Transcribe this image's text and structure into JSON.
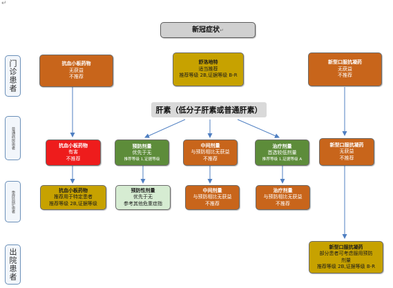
{
  "corner_mark": "↵",
  "title": "新冠症状",
  "heparin": "肝素（低分子肝素或普通肝素）",
  "paragraph_mark": "↵",
  "side_labels": {
    "outpatient": "门诊患者",
    "general": "普通病房患者",
    "icu": "重症监护患者",
    "discharge": "出院患者"
  },
  "row1": {
    "antiplatelet": {
      "title": "抗血小板药物",
      "lines": [
        "无获益",
        "不推荐"
      ]
    },
    "sulodexide": {
      "title": "舒洛地特",
      "lines": [
        "适当推荐",
        "推荐等级 2B,证据等级 B-R"
      ]
    },
    "oral_anticoag": {
      "title": "新型口服抗凝药",
      "lines": [
        "无获益",
        "不推荐"
      ]
    }
  },
  "row2": {
    "antiplatelet": {
      "title": "抗血小板药物",
      "lines": [
        "有害",
        "不推荐"
      ]
    },
    "prophylactic": {
      "title": "预防剂量",
      "lines": [
        "优先于无",
        "推荐等级 1,证据等级"
      ]
    },
    "intermediate": {
      "title": "中间剂量",
      "lines": [
        "与预防相比无获益",
        "不推荐"
      ]
    },
    "therapeutic": {
      "title": "治疗剂量",
      "lines": [
        "首选较低剂量",
        "推荐等级 1,证据等级 A"
      ]
    },
    "oral_anticoag": {
      "title": "新型口服抗凝药",
      "lines": [
        "无获益",
        "不推荐"
      ]
    }
  },
  "row3": {
    "antiplatelet": {
      "title": "抗血小板药物",
      "lines": [
        "推荐用于特定患者",
        "推荐等级 2B,证据等级"
      ]
    },
    "prophylactic": {
      "title": "预防性剂量",
      "lines": [
        "优先于无",
        "参考其他危重症指"
      ]
    },
    "intermediate": {
      "title": "中间剂量",
      "lines": [
        "与预防相比无获益",
        "不推荐"
      ]
    },
    "therapeutic": {
      "title": "治疗剂量",
      "lines": [
        "与预防相比无获益",
        "不推荐"
      ]
    }
  },
  "row4": {
    "oral_anticoag": {
      "title": "新型口服抗凝药",
      "lines": [
        "部分患者可考虑服用预防",
        "剂量",
        "推荐等级 2B,证据等级 B-R"
      ]
    }
  },
  "colors": {
    "orange": "#c8651b",
    "yellow": "#c7a200",
    "red": "#ee1c1c",
    "green": "#5d8c3a",
    "light_green": "#d6ecd2",
    "gray": "#d0d0d0",
    "arrow": "#4f7fc2"
  }
}
